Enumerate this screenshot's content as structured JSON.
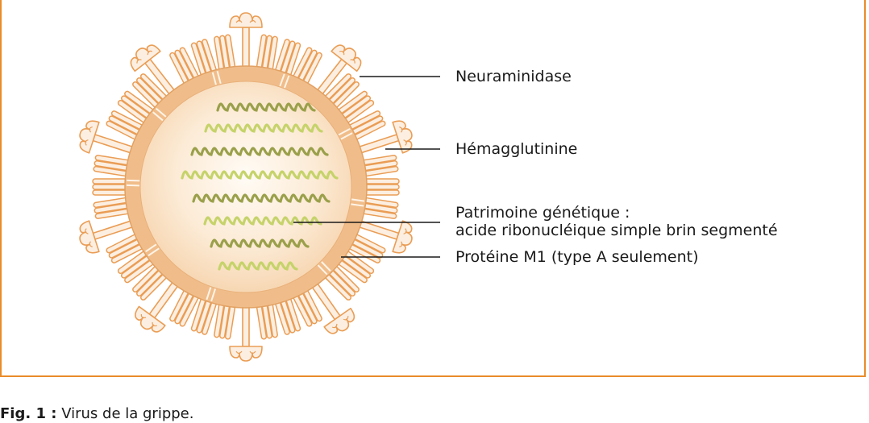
{
  "colors": {
    "frame": "#ea8c2a",
    "spike_fill": "#fcefe1",
    "spike_stroke": "#ea9d55",
    "capsid": "#f0bd8a",
    "interior_center": "#fffbf5",
    "interior_edge": "#f7d7b3",
    "rna_dark": "#9aa04a",
    "rna_light": "#c5d36a",
    "leader": "#1a1a1a"
  },
  "labels": {
    "neuraminidase": "Neuraminidase",
    "hemagglutinine": "Hémagglutinine",
    "patrimoine_line1": "Patrimoine génétique :",
    "patrimoine_line2": "acide ribonucléique simple brin segmenté",
    "proteine_m1": "Protéine M1 (type A seulement)"
  },
  "caption": {
    "label": "Fig. 1 :",
    "text": "Virus de la grippe."
  }
}
